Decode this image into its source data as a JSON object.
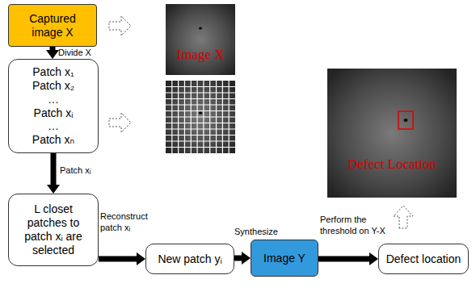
{
  "diagram": {
    "nodes": [
      {
        "text": [
          "Captured image X"
        ]
      },
      {
        "text": [
          "Patch x₁",
          "Patch x₂",
          "…",
          "Patch xᵢ",
          "…",
          "Patch xₙ"
        ]
      },
      {
        "text": [
          "L closet patches to patch xᵢ are selected"
        ]
      },
      {
        "text": [
          "New patch yᵢ"
        ]
      },
      {
        "text": [
          "Image Y"
        ]
      },
      {
        "text": [
          "Defect location"
        ]
      }
    ],
    "edges": [
      {
        "from": 0,
        "to": 1,
        "arrow": "to",
        "label": "Divide X"
      },
      {
        "from": 1,
        "to": 2,
        "arrow": "to",
        "label": "Patch xᵢ"
      },
      {
        "from": 2,
        "to": 3,
        "arrow": "to",
        "label": "Reconstruct patch xᵢ"
      },
      {
        "from": 3,
        "to": 4,
        "arrow": "to",
        "label": "Synthesize"
      },
      {
        "from": 4,
        "to": 5,
        "arrow": "to",
        "label": "Perform the threshold on Y-X"
      }
    ],
    "labels": [
      "Image X",
      "Defect Location"
    ]
  }
}
